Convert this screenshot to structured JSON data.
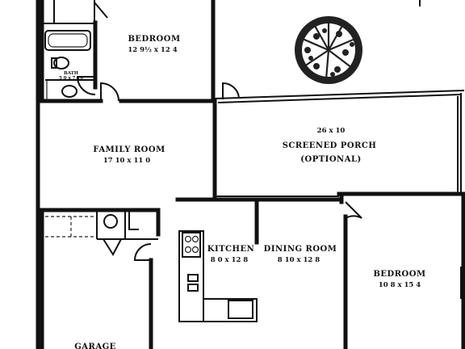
{
  "rooms": {
    "bedroom_top": {
      "name": "BEDROOM",
      "dims": "12 9½ x 12 4"
    },
    "bath": {
      "name": "BATH",
      "dims": "5 0 x 7 10"
    },
    "family_room": {
      "name": "FAMILY ROOM",
      "dims": "17 10 x 11 0"
    },
    "screened_porch": {
      "dims": "26 x 10",
      "name": "SCREENED PORCH",
      "note": "(OPTIONAL)"
    },
    "kitchen": {
      "name": "KITCHEN",
      "dims": "8 0 x 12 8"
    },
    "dining_room": {
      "name": "DINING ROOM",
      "dims": "8 10 x 12 8"
    },
    "bedroom_right": {
      "name": "BEDROOM",
      "dims": "10 8 x 15 4"
    },
    "garage": {
      "name": "GARAGE"
    }
  },
  "colors": {
    "ink": "#111111",
    "paper": "#ffffff"
  }
}
